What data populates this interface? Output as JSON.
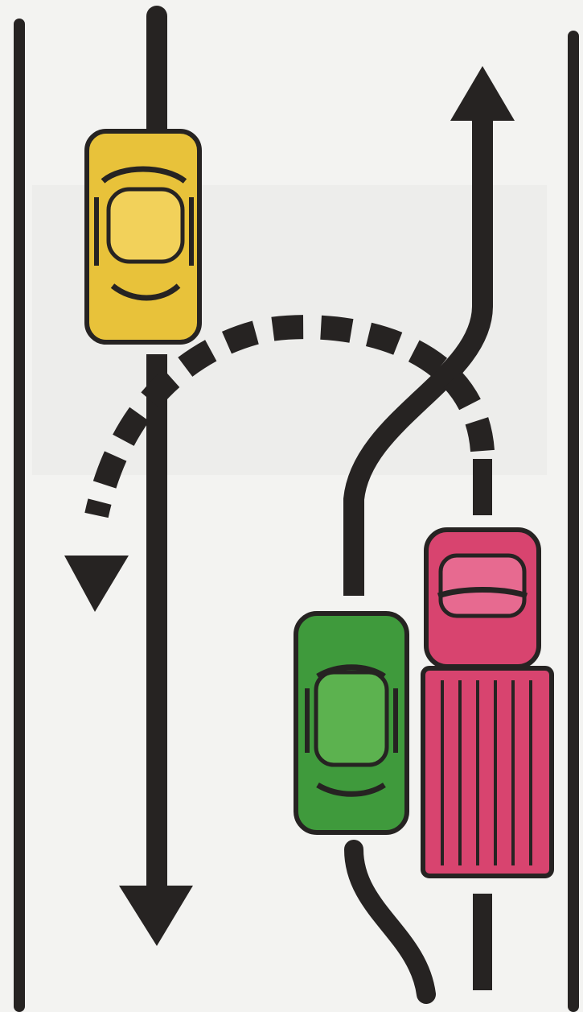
{
  "colors": {
    "road": "#f3f3f1",
    "ink": "#262322",
    "yellow_car": "#e8c23a",
    "yellow_car_light": "#f2d15a",
    "green_car": "#3f9a3c",
    "green_car_light": "#5cb24f",
    "truck": "#d8446f",
    "truck_light": "#e76a90"
  },
  "vehicles": [
    "yellow-car",
    "green-car",
    "pink-truck"
  ],
  "arrows": [
    "down-arrow",
    "up-arrow",
    "u-turn-arrow",
    "overtaking-path"
  ]
}
